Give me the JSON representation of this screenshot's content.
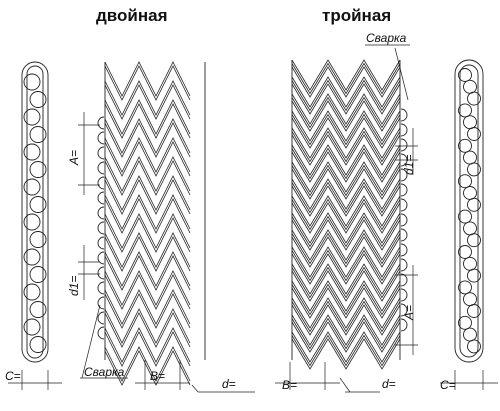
{
  "titles": {
    "left": "двойная",
    "right": "тройная"
  },
  "labels": {
    "weld": "Сварка",
    "C": "C=",
    "B": "B=",
    "d": "d=",
    "A": "A=",
    "d1": "d1="
  }
}
